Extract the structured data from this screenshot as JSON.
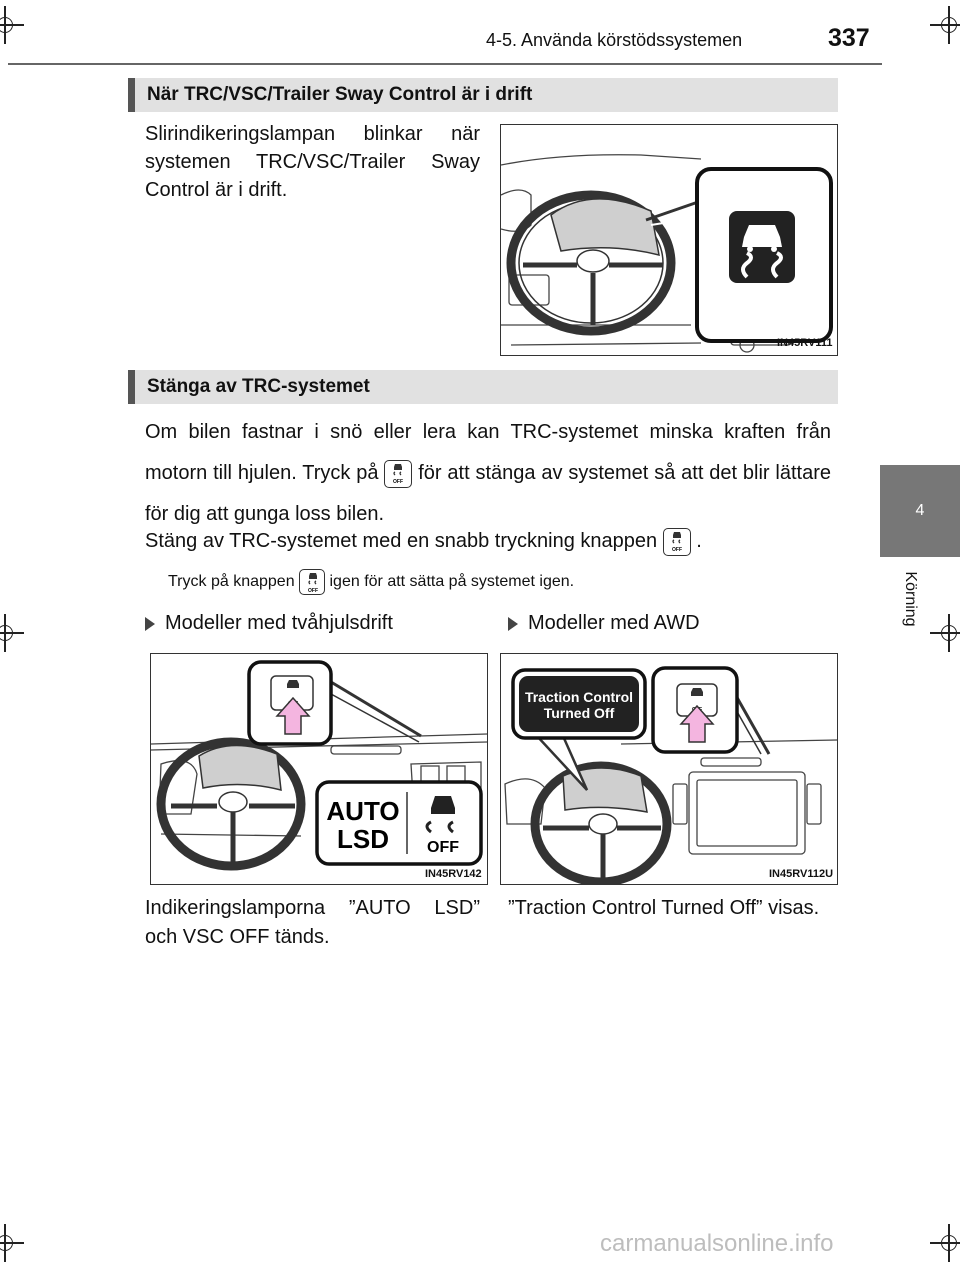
{
  "header": {
    "section": "4-5. Använda körstödssystemen",
    "page_number": "337"
  },
  "side_tab": {
    "number": "4",
    "label": "Körning"
  },
  "section1": {
    "title": "När TRC/VSC/Trailer Sway Control är i drift",
    "text": "Slirindikeringslampan blinkar när systemen TRC/VSC/Trailer Sway Control är i drift.",
    "figure_code": "IN45RV111"
  },
  "section2": {
    "title": "Stänga av TRC-systemet",
    "para1_before": "Om bilen fastnar i snö eller lera kan TRC-systemet minska kraften från motorn till hjulen. Tryck på",
    "para1_after": "för att stänga av systemet så att det blir lättare för dig att gunga loss bilen.",
    "para2_before": "Stäng av TRC-systemet med en snabb tryckning knappen",
    "para2_after": ".",
    "note_before": "Tryck på knappen",
    "note_after": "igen för att sätta på systemet igen.",
    "button_label": "OFF"
  },
  "models": {
    "left": {
      "heading": "Modeller med tvåhjulsdrift",
      "figure_code": "IN45RV142",
      "auto_lsd": [
        "AUTO",
        "LSD"
      ],
      "off_label": "OFF",
      "caption": "Indikeringslamporna ”AUTO LSD” och VSC OFF tänds."
    },
    "right": {
      "heading": "Modeller med AWD",
      "figure_code": "IN45RV112U",
      "callout": [
        "Traction Control",
        "Turned Off"
      ],
      "caption": "”Traction Control Turned Off” visas."
    }
  },
  "watermark": "carmanualsonline.info",
  "colors": {
    "arrow_pink": "#f4b5e0",
    "section_bar": "#e1e1e1",
    "side_tab": "#777777"
  }
}
